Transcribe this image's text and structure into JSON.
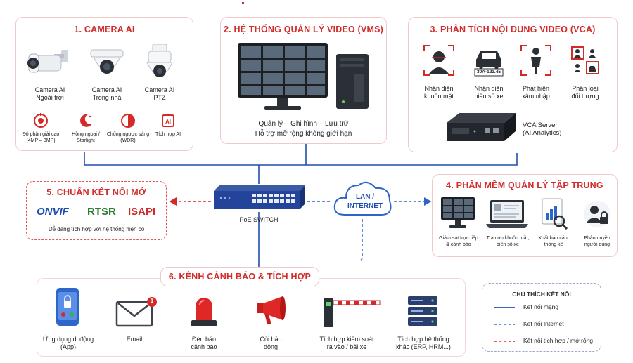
{
  "sections": {
    "camera": {
      "title": "1. CAMERA AI",
      "cameras": [
        {
          "name": "Camera AI\nNgoài trời"
        },
        {
          "name": "Camera AI\nTrong nhà"
        },
        {
          "name": "Camera AI\nPTZ"
        }
      ],
      "features": [
        {
          "label": "Độ phân giải cao\n(4MP – 8MP)",
          "icon": "high-resolution-icon"
        },
        {
          "label": "Hồng ngoại /\nStarlight",
          "icon": "night-vision-icon"
        },
        {
          "label": "Chống ngược sáng\n(WDR)",
          "icon": "wdr-icon"
        },
        {
          "label": "Tích hợp AI",
          "icon": "ai-chip-icon"
        }
      ]
    },
    "vms": {
      "title": "2. HỆ THỐNG QUẢN LÝ VIDEO (VMS)",
      "line1": "Quản lý – Ghi hình – Lưu trữ",
      "line2": "Hỗ trợ mở rộng không giới hạn"
    },
    "vca": {
      "title": "3. PHÂN TÍCH NỘI DUNG VIDEO (VCA)",
      "items": [
        {
          "label": "Nhận diện\nkhuôn mặt",
          "icon": "face-recognition-icon"
        },
        {
          "label": "Nhận diện\nbiển số xe",
          "icon": "license-plate-icon"
        },
        {
          "label": "Phát hiện\nxâm nhập",
          "icon": "intrusion-icon"
        },
        {
          "label": "Phân loại\nđối tượng",
          "icon": "object-classification-icon"
        }
      ],
      "plate": "30A-123.45",
      "server": "VCA Server\n(AI Analytics)"
    },
    "software": {
      "title": "4. PHẦN MỀM QUẢN LÝ TẬP TRUNG",
      "items": [
        {
          "label": "Giám sát trực tiếp\n& cảnh báo",
          "icon": "live-monitor-icon"
        },
        {
          "label": "Tra cứu khuôn mặt,\nbiển số xe",
          "icon": "search-laptop-icon"
        },
        {
          "label": "Xuất báo cáo,\nthống kê",
          "icon": "report-icon"
        },
        {
          "label": "Phân quyền\nngười dùng",
          "icon": "user-permission-icon"
        }
      ]
    },
    "standards": {
      "title": "5. CHUẨN KẾT NỐI MỞ",
      "items": [
        "ONVIF",
        "RTSR",
        "ISAPI"
      ],
      "note": "Dễ dàng tích hợp với hệ thống hiện có"
    },
    "alerts": {
      "title": "6. KÊNH CẢNH BÁO & TÍCH HỢP",
      "items": [
        {
          "label": "Ứng dụng di động\n(App)",
          "icon": "mobile-app-icon"
        },
        {
          "label": "Email",
          "icon": "email-icon"
        },
        {
          "label": "Đèn báo\ncảnh báo",
          "icon": "warning-light-icon"
        },
        {
          "label": "Còi báo\nđộng",
          "icon": "siren-icon"
        },
        {
          "label": "Tích hợp kiểm soát\nra vào / bãi xe",
          "icon": "barrier-gate-icon"
        },
        {
          "label": "Tích hợp hệ thống\nkhác (ERP, HRM...)",
          "icon": "server-stack-icon"
        }
      ],
      "email_badge": "1"
    }
  },
  "network": {
    "switch_label": "PoE SWITCH",
    "cloud_label": "LAN /\nINTERNET"
  },
  "legend": {
    "title": "CHÚ THÍCH KẾT NỐI",
    "items": [
      "Kết nối mạng",
      "Kết nối Internet",
      "Kết nối tích hợp / mở rộng"
    ]
  },
  "colors": {
    "accent_red": "#d32a2a",
    "network_blue": "#1f4fae",
    "internet_blue": "#2d66c8"
  }
}
